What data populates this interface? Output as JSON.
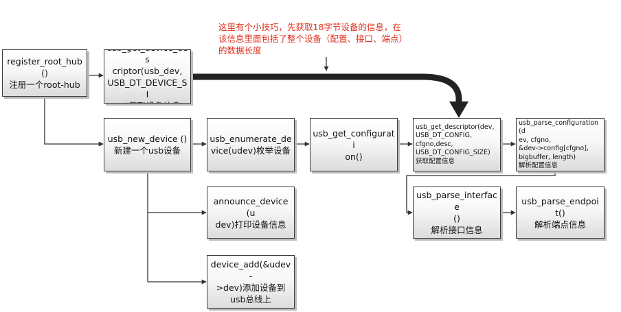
{
  "note": {
    "text": "这里有个小技巧，先获取18字节设备的信息，在\n该信息里面包括了整个设备（配置、接口、端点）\n的数据长度",
    "color": "#e0301e"
  },
  "boxes": {
    "register_root_hub": "register_root_hub()\n注册一个root-hub",
    "usb_get_device_descriptor": "usb_get_device_des\ncriptor(usb_dev,\nUSB_DT_DEVICE_SI\nZE)获取设备信息",
    "usb_new_device": "usb_new_device ()\n新建一个usb设备",
    "usb_enumerate_device": "usb_enumerate_de\nvice(udev)枚举设备",
    "usb_get_configuration": "usb_get_configurati\non()",
    "usb_get_descriptor": "usb_get_descriptor(dev,\nUSB_DT_CONFIG,\ncfgno,desc,\nUSB_DT_CONFIG_SIZE)\n获取配置信息",
    "usb_parse_configuration": "usb_parse_configuration(d\nev, cfgno,\n &dev->config[cfgno],\nbigbuffer, length)\n解析配置信息",
    "announce_device": "announce_device(u\ndev)打印设备信息",
    "usb_parse_interface": "usb_parse_interface\n()\n解析接口信息",
    "usb_parse_endpoint": "usb_parse_endpoi\nt()\n解析端点信息",
    "device_add": "device_add(&udev-\n>dev)添加设备到\nusb总线上"
  }
}
